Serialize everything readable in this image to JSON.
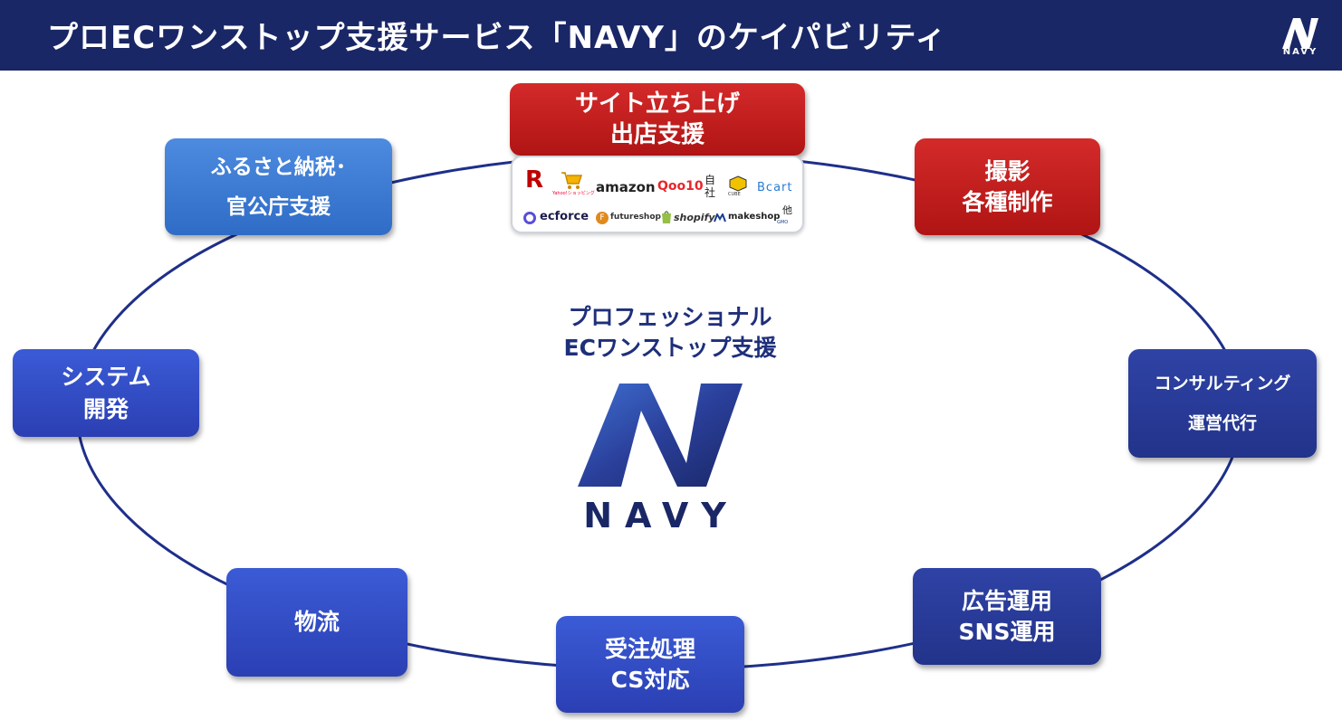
{
  "header": {
    "title": "プロECワンストップ支援サービス「NAVY」のケイパビリティ",
    "logo_text": "NAVY"
  },
  "center": {
    "line1": "プロフェッショナル",
    "line2": "ECワンストップ支援",
    "logo_text": "NAVY"
  },
  "nodes": {
    "site": {
      "line1": "サイト立ち上げ",
      "line2": "出店支援"
    },
    "photo": {
      "line1": "撮影",
      "line2": "各種制作"
    },
    "consulting": {
      "line1": "コンサルティング",
      "line2": "運営代行"
    },
    "ads": {
      "line1": "広告運用",
      "line2": "SNS運用"
    },
    "orders": {
      "line1": "受注処理",
      "line2": "CS対応"
    },
    "logistics": {
      "line1": "物流"
    },
    "system": {
      "line1": "システム",
      "line2": "開発"
    },
    "furusato": {
      "line1": "ふるさと納税･",
      "line2": "官公庁支援"
    }
  },
  "platforms": {
    "rakuten": "R",
    "yahoo": "Yahoo!ショッピング",
    "amazon": "amazon",
    "qoo10": "Qoo10",
    "own_site": "自社",
    "cube": "CUBE",
    "bcart": "Bcart",
    "ecforce": "ecforce",
    "futureshop": "futureshop",
    "shopify": "shopify",
    "makeshop": "makeshop",
    "gmo": "GMO",
    "others": "他"
  },
  "colors": {
    "header_bg": "#1a2766",
    "ring": "#1e2f8a",
    "red_node": "#c41e1e",
    "blue_node": "#2b3fb3"
  }
}
